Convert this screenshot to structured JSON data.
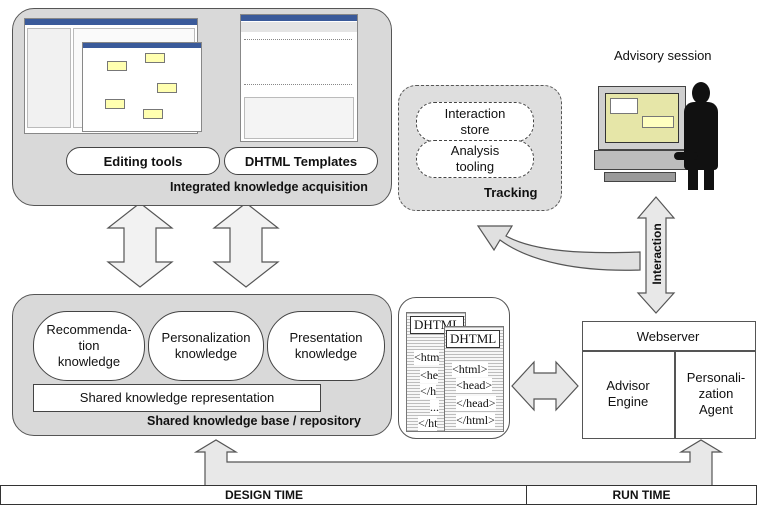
{
  "acquisition": {
    "title": "Integrated knowledge acquisition",
    "editing_tools": "Editing tools",
    "dhtml_templates": "DHTML Templates"
  },
  "tracking": {
    "title": "Tracking",
    "interaction_store": "Interaction\nstore",
    "analysis_tooling": "Analysis\ntooling"
  },
  "advisory": {
    "title": "Advisory session"
  },
  "interaction_label": "Interaction",
  "repository": {
    "title": "Shared knowledge base / repository",
    "recommendation": "Recommenda-\ntion\nknowledge",
    "personalization": "Personalization\nknowledge",
    "presentation": "Presentation\nknowledge",
    "shared_representation": "Shared knowledge representation"
  },
  "dhtml_docs": {
    "back_title": "DHTML",
    "front_title": "DHTML",
    "back_lines": [
      "<htm",
      "<he",
      "</h",
      "...",
      "</ht"
    ],
    "front_lines": [
      "<html>",
      "<head>",
      "</head>",
      "</html>"
    ]
  },
  "webserver": {
    "title": "Webserver",
    "advisor_engine": "Advisor\nEngine",
    "personalization_agent": "Personali-\nzation\nAgent"
  },
  "timeline": {
    "design_time": "DESIGN TIME",
    "run_time": "RUN TIME"
  },
  "colors": {
    "panel": "#d9d9d9",
    "arrow_fill": "#e8e8e8",
    "border": "#555555"
  }
}
